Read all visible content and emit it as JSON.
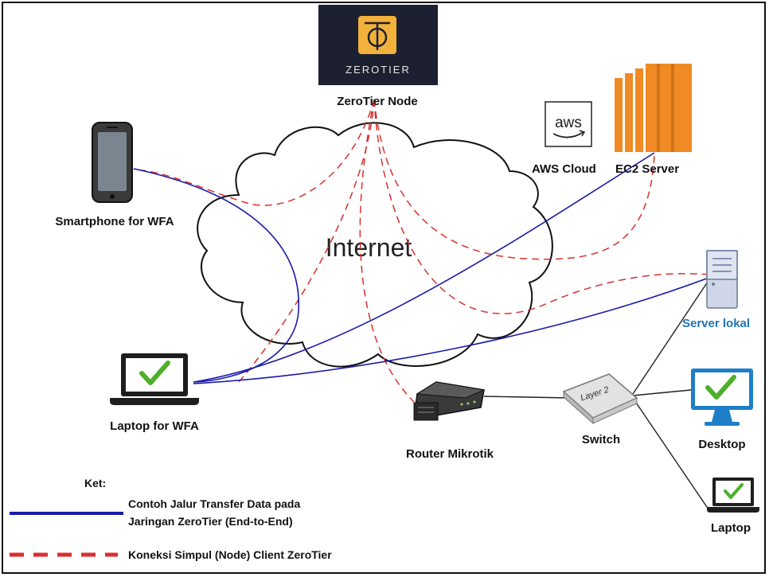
{
  "diagram": {
    "cloud_label": "Internet",
    "nodes": {
      "zerotier": {
        "logo_text": "ZEROTIER",
        "label": "ZeroTier Node"
      },
      "aws": {
        "logo_text": "aws",
        "label": "AWS Cloud"
      },
      "ec2": {
        "label": "EC2 Server"
      },
      "smartphone": {
        "label": "Smartphone for WFA"
      },
      "laptop_wfa": {
        "label": "Laptop for WFA"
      },
      "server_lokal": {
        "label": "Server lokal"
      },
      "router": {
        "label": "Router Mikrotik"
      },
      "switch": {
        "label": "Switch",
        "device_text": "Layer 2"
      },
      "desktop": {
        "label": "Desktop"
      },
      "laptop": {
        "label": "Laptop"
      }
    },
    "legend": {
      "title": "Ket:",
      "solid_line": {
        "line1": "Contoh Jalur Transfer Data pada",
        "line2": "Jaringan ZeroTier (End-to-End)"
      },
      "dashed_line": {
        "text": "Koneksi Simpul (Node) Client ZeroTier"
      }
    }
  },
  "colors": {
    "data_path": "#1a1aaa",
    "zerotier_link": "#d93030",
    "lan_link": "#222222",
    "ec2_orange": "#f08a24",
    "zerotier_bg": "#1c2030",
    "zerotier_gold": "#f2b13a",
    "server_blue": "#1f74b8",
    "check_green": "#4caf2a"
  }
}
